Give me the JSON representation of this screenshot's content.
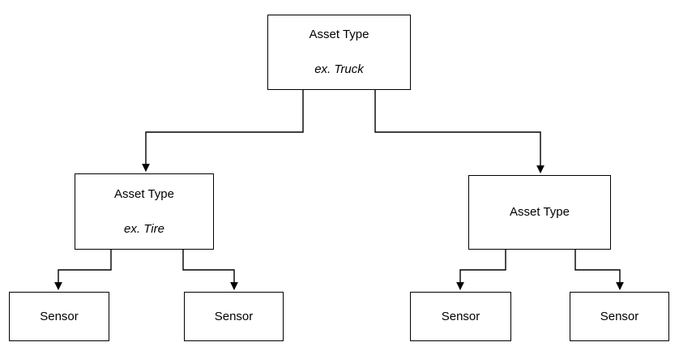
{
  "diagram": {
    "type": "tree",
    "nodes": {
      "root": {
        "title": "Asset Type",
        "subtitle": "ex. Truck"
      },
      "left_child": {
        "title": "Asset Type",
        "subtitle": "ex. Tire"
      },
      "right_child": {
        "title": "Asset Type"
      },
      "sensor_1": {
        "title": "Sensor"
      },
      "sensor_2": {
        "title": "Sensor"
      },
      "sensor_3": {
        "title": "Sensor"
      },
      "sensor_4": {
        "title": "Sensor"
      }
    },
    "edges": [
      {
        "from": "root",
        "to": "left_child"
      },
      {
        "from": "root",
        "to": "right_child"
      },
      {
        "from": "left_child",
        "to": "sensor_1"
      },
      {
        "from": "left_child",
        "to": "sensor_2"
      },
      {
        "from": "right_child",
        "to": "sensor_3"
      },
      {
        "from": "right_child",
        "to": "sensor_4"
      }
    ],
    "colors": {
      "stroke": "#000000",
      "node_fill": "#ffffff",
      "background": "#ffffff",
      "text": "#000000"
    }
  }
}
